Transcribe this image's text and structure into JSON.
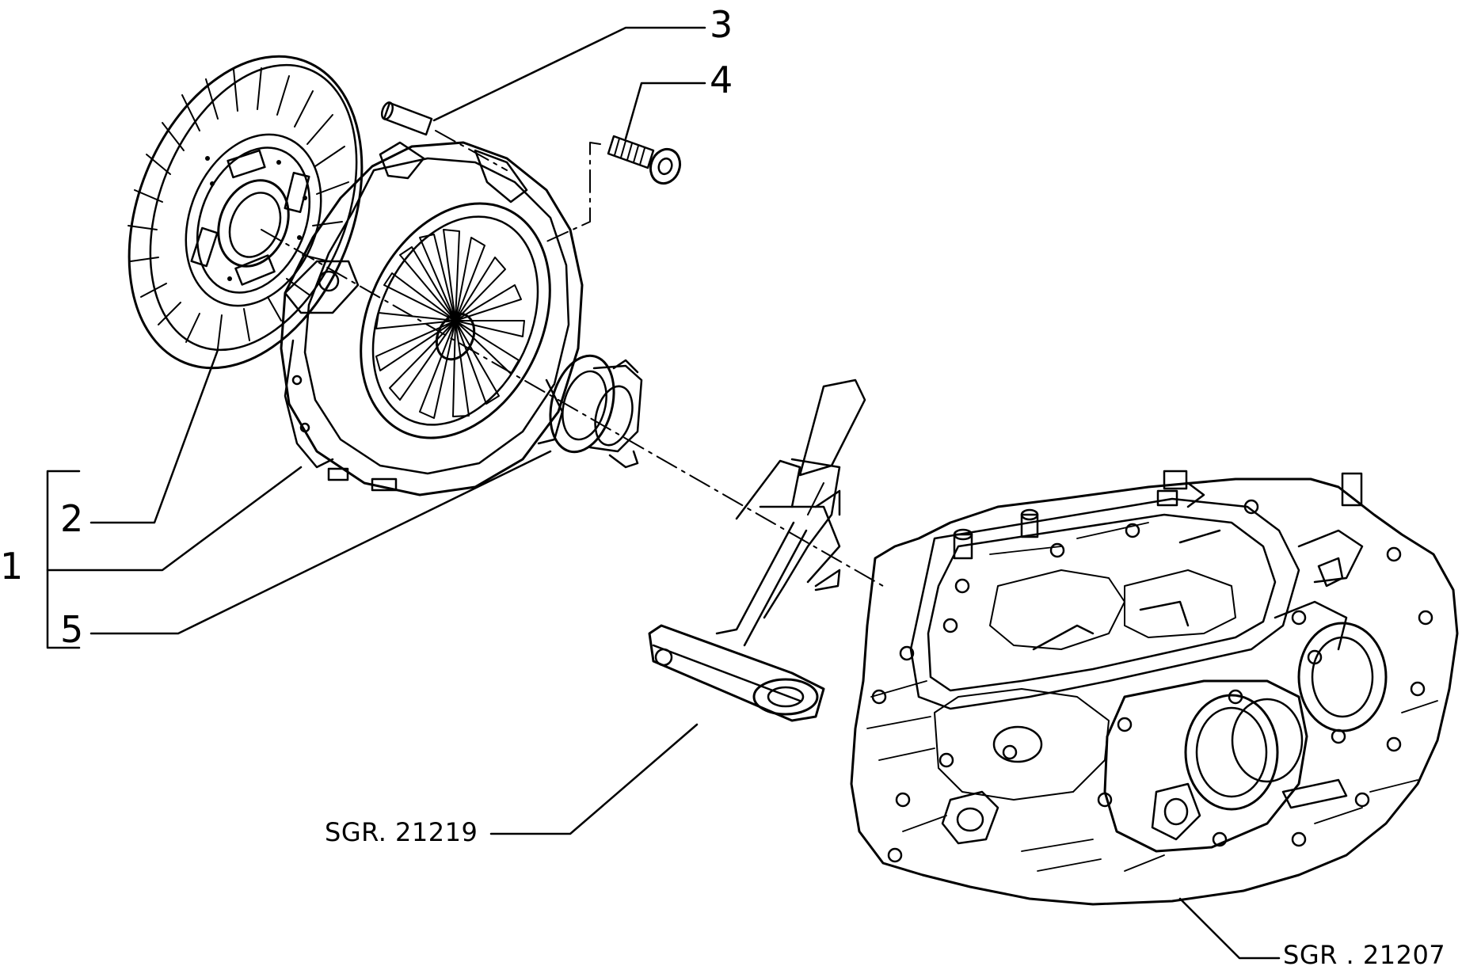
{
  "diagram": {
    "callouts": {
      "c1": "1",
      "c2": "2",
      "c3": "3",
      "c4": "4",
      "c5": "5"
    },
    "references": {
      "lever_group": "SGR. 21219",
      "housing_group": "SGR . 21207"
    },
    "parts": {
      "clutch_disc": "2",
      "pressure_plate": "1",
      "dowel_pin": "3",
      "bolt": "4",
      "release_bearing": "5"
    }
  }
}
